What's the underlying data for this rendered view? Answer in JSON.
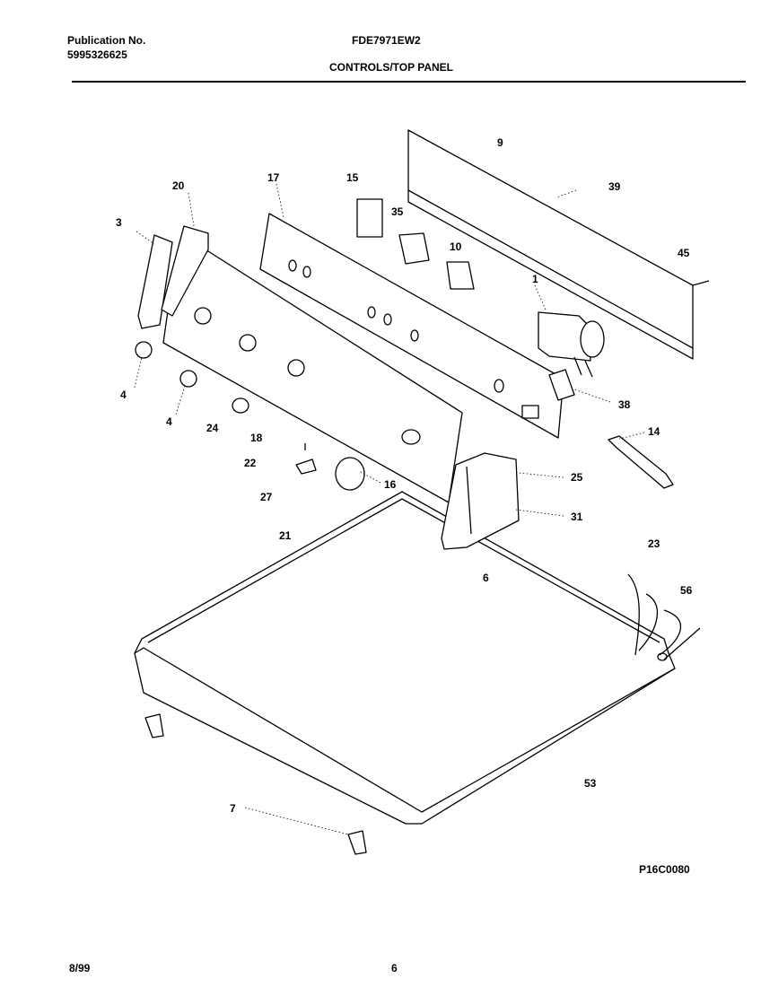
{
  "header": {
    "publication_label": "Publication No.",
    "publication_number": "5995326625",
    "model": "FDE7971EW2",
    "section_title": "CONTROLS/TOP PANEL"
  },
  "diagram": {
    "code": "P16C0080",
    "callouts": {
      "c9": "9",
      "c39": "39",
      "c45": "45",
      "c17": "17",
      "c15": "15",
      "c35": "35",
      "c10": "10",
      "c20": "20",
      "c3": "3",
      "c1": "1",
      "c38": "38",
      "c4a": "4",
      "c4b": "4",
      "c24": "24",
      "c18": "18",
      "c22": "22",
      "c27": "27",
      "c16": "16",
      "c14": "14",
      "c25": "25",
      "c31": "31",
      "c21": "21",
      "c6": "6",
      "c23": "23",
      "c56": "56",
      "c53": "53",
      "c7": "7"
    }
  },
  "footer": {
    "date": "8/99",
    "page": "6"
  }
}
